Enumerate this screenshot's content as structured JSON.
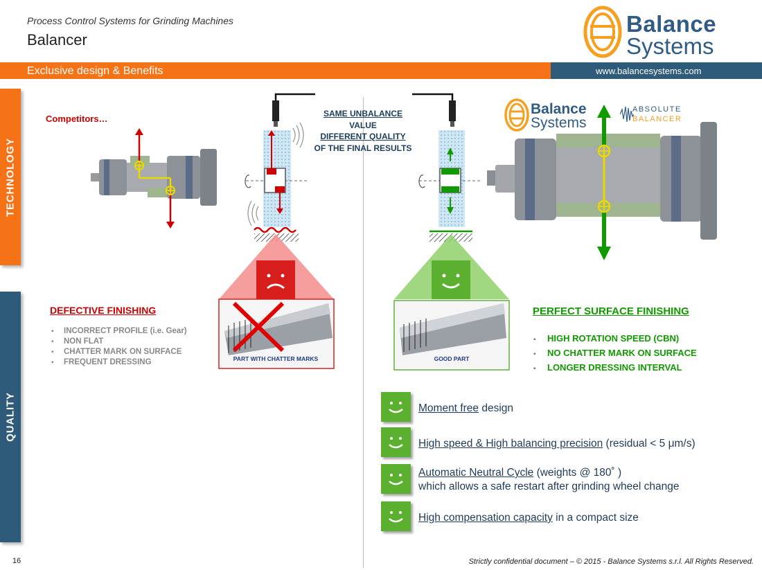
{
  "header": {
    "subtitle": "Process Control Systems for Grinding Machines",
    "title": "Balancer",
    "banner": "Exclusive design & Benefits",
    "url": "www.balancesystems.com"
  },
  "logo": {
    "line1": "Balance",
    "line2": "Systems"
  },
  "small_logo": {
    "line1": "Balance",
    "line2": "Systems",
    "absolute_line1": "ABSOLUTE",
    "absolute_line2": "BALANCER"
  },
  "tabs": {
    "technology": "TECHNOLOGY",
    "quality": "QUALITY"
  },
  "competitors_label": "Competitors…",
  "center_label": {
    "line1": "SAME UNBALANCE",
    "line2": "VALUE",
    "line3": "DIFFERENT QUALITY",
    "line4": "OF THE FINAL RESULTS"
  },
  "defective": {
    "title": "DEFECTIVE FINISHING",
    "items": [
      "INCORRECT PROFILE (i.e. Gear)",
      "NON FLAT",
      "CHATTER MARK ON SURFACE",
      "FREQUENT DRESSING"
    ],
    "caption": "PART WITH CHATTER MARKS"
  },
  "perfect": {
    "title": "PERFECT SURFACE FINISHING",
    "items": [
      "HIGH ROTATION SPEED (CBN)",
      "NO CHATTER MARK ON SURFACE",
      "LONGER DRESSING INTERVAL"
    ],
    "caption": "GOOD PART"
  },
  "benefits": [
    {
      "underlined": "Moment free",
      "rest": " design",
      "line2": ""
    },
    {
      "underlined": "High speed & High balancing precision",
      "rest": " (residual < 5 μm/s)",
      "line2": ""
    },
    {
      "underlined": "Automatic Neutral Cycle",
      "rest": " (weights @ 180˚ )",
      "line2": "which allows a safe restart after grinding wheel change"
    },
    {
      "underlined": "High compensation capacity",
      "rest": " in a compact size",
      "line2": ""
    }
  ],
  "footer": {
    "page_number": "16",
    "confidential": "Strictly confidential document – © 2015 - Balance Systems s.r.l. All Rights Reserved."
  },
  "colors": {
    "orange": "#f57216",
    "navy": "#2f5b7a",
    "red": "#e00000",
    "green": "#119900",
    "smile_green": "#5cb030"
  },
  "icons": [
    "sad-face-icon",
    "smile-face-icon",
    "sensor-icon",
    "vibration-waves-icon",
    "rotation-arrow-icon"
  ]
}
